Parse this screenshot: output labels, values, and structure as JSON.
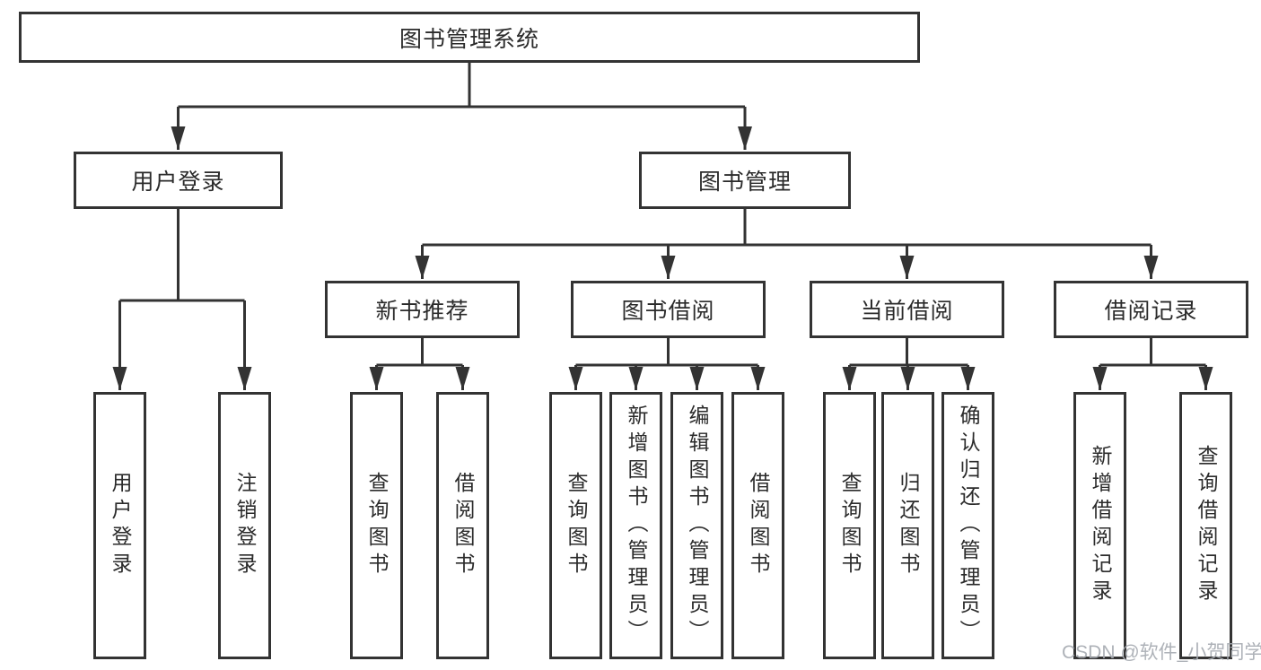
{
  "tree": {
    "root": {
      "label": "图书管理系统"
    },
    "branches": [
      {
        "label": "用户登录",
        "children": [
          {
            "label": "用户登录"
          },
          {
            "label": "注销登录"
          }
        ]
      },
      {
        "label": "图书管理",
        "groups": [
          {
            "label": "新书推荐",
            "children": [
              {
                "label": "查询图书"
              },
              {
                "label": "借阅图书"
              }
            ]
          },
          {
            "label": "图书借阅",
            "children": [
              {
                "label": "查询图书"
              },
              {
                "label": "新增图书（管理员）"
              },
              {
                "label": "编辑图书（管理员）"
              },
              {
                "label": "借阅图书"
              }
            ]
          },
          {
            "label": "当前借阅",
            "children": [
              {
                "label": "查询图书"
              },
              {
                "label": "归还图书"
              },
              {
                "label": "确认归还（管理员）"
              }
            ]
          },
          {
            "label": "借阅记录",
            "children": [
              {
                "label": "新增借阅记录"
              },
              {
                "label": "查询借阅记录"
              }
            ]
          }
        ]
      }
    ]
  },
  "watermark": "CSDN @软件_小贺同学",
  "colors": {
    "line": "#333333",
    "box_border": "#333333",
    "box_background": "#ffffff",
    "text": "#2b2b2b",
    "watermark": "#a5aab0"
  }
}
